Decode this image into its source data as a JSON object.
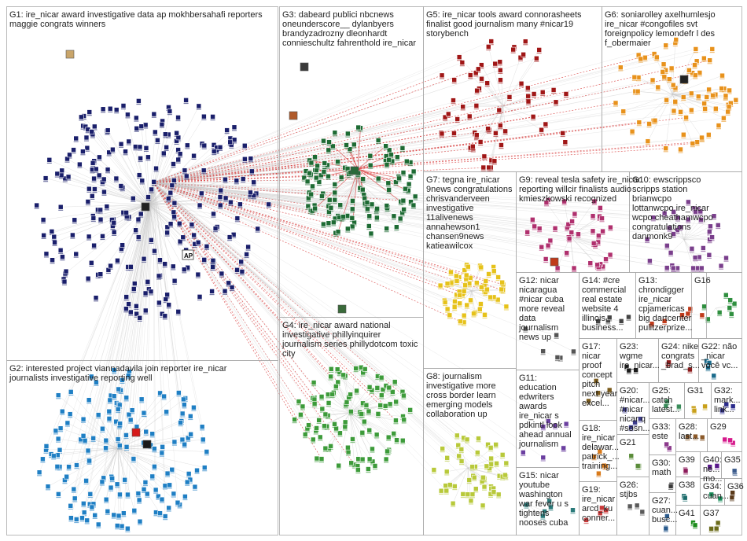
{
  "groups": [
    {
      "id": "G1",
      "lines": [
        "G1: ire_nicar award investigative data ap mokhbersahafi reporters",
        "maggie congrats winners"
      ],
      "color": "#1a1f6b"
    },
    {
      "id": "G2",
      "lines": [
        "G2: interested project viannadavila join reporter ire_nicar",
        "journalists investigative reporting well"
      ],
      "color": "#1f7fc4"
    },
    {
      "id": "G3",
      "lines": [
        "G3: dabeard publici nbcnews",
        "oneunderscore__ dylanbyers",
        "brandyzadrozny dleonhardt",
        "connieschultz fahrenthold ire_nicar"
      ],
      "color": "#1e6b34"
    },
    {
      "id": "G4",
      "lines": [
        "G4: ire_nicar award national",
        "investigative phillyinquirer",
        "journalism series phillydotcom toxic",
        "city"
      ],
      "color": "#3d9b3a"
    },
    {
      "id": "G5",
      "lines": [
        "G5: ire_nicar tools award connorasheets",
        "finalist good journalism many #nicar19",
        "storybench"
      ],
      "color": "#a01616"
    },
    {
      "id": "G6",
      "lines": [
        "G6: soniarolley axelhumlesjo",
        "ire_nicar #congofiles svt",
        "foreignpolicy lemondefr l des",
        "f_obermaier"
      ],
      "color": "#e8921c"
    },
    {
      "id": "G7",
      "lines": [
        "G7: tegna ire_nicar",
        "9news congratulations",
        "chrisvanderveen",
        "investigative",
        "11alivenews",
        "annahewson1",
        "chansen9news",
        "katieawilcox"
      ],
      "color": "#e6c21a"
    },
    {
      "id": "G8",
      "lines": [
        "G8: journalism",
        "investigative more",
        "cross border learn",
        "emerging models",
        "collaboration up"
      ],
      "color": "#b8c93a"
    },
    {
      "id": "G9",
      "lines": [
        "G9: reveal tesla safety ire_nicar",
        "reporting willcir finalists audio",
        "kmieszkowski recognized"
      ],
      "color": "#b0306e"
    },
    {
      "id": "G10",
      "lines": [
        "G10: ewscrippsco",
        "scripps station",
        "brianwcpo",
        "lottanwcpo ire_nicar",
        "wcpo cheathamwcpo",
        "congratulations",
        "danmonk9"
      ],
      "color": "#7a3f8c"
    },
    {
      "id": "G11",
      "lines": [
        "G11:",
        "education",
        "edwriters",
        "awards",
        "ire_nicar s",
        "pdkintl look",
        "ahead annual",
        "journalism"
      ],
      "color": "#6b3fa0"
    },
    {
      "id": "G12",
      "lines": [
        "G12: nicar",
        "nicaragua",
        "#nicar cuba",
        "more reveal",
        "data",
        "journalism",
        "news up"
      ],
      "color": "#555555"
    },
    {
      "id": "G13",
      "lines": [
        "G13:",
        "chrondigger",
        "ire_nicar",
        "cpjamericas",
        "big dartcenter",
        "pulitzerprize..."
      ],
      "color": "#c03a1a"
    },
    {
      "id": "G14",
      "lines": [
        "G14: #cre",
        "commercial",
        "real estate",
        "website 4",
        "illinois",
        "business..."
      ],
      "color": "#444444"
    },
    {
      "id": "G15",
      "lines": [
        "G15: nicar",
        "youtube",
        "washington",
        "war fever u s",
        "tightens",
        "nooses cuba"
      ],
      "color": "#2a7a7a"
    },
    {
      "id": "G16",
      "lines": [
        "G16"
      ],
      "color": "#2f8f3f"
    },
    {
      "id": "G17",
      "lines": [
        "G17:",
        "nicar",
        "proof",
        "concept",
        "pitch",
        "next year",
        "excel..."
      ],
      "color": "#7a5a1a"
    },
    {
      "id": "G18",
      "lines": [
        "G18:",
        "ire_nicar",
        "delawar...",
        "patrick_...",
        "training..."
      ],
      "color": "#d97a1a"
    },
    {
      "id": "G19",
      "lines": [
        "G19:",
        "ire_nicar",
        "arcd_ku",
        "conner..."
      ],
      "color": "#c93a3a"
    },
    {
      "id": "G20",
      "lines": [
        "G20:",
        "#nicar...",
        "#nicar",
        "nicar q",
        "#sosn..."
      ],
      "color": "#3a3a8c"
    },
    {
      "id": "G21",
      "lines": [
        "G21"
      ],
      "color": "#5a8c3a"
    },
    {
      "id": "G22",
      "lines": [
        "G22: não",
        "_nicar",
        "você vc..."
      ],
      "color": "#1a6b8c"
    },
    {
      "id": "G23",
      "lines": [
        "G23:",
        "wgme",
        "ire_nicar..."
      ],
      "color": "#1a1a1a"
    },
    {
      "id": "G24",
      "lines": [
        "G24: nike",
        "congrats",
        "_brad_s..."
      ],
      "color": "#8c1a1a"
    },
    {
      "id": "G25",
      "lines": [
        "G25:",
        "catch",
        "latest..."
      ],
      "color": "#3a8c5a"
    },
    {
      "id": "G26",
      "lines": [
        "G26:",
        "stjbs"
      ],
      "color": "#5a5a5a"
    },
    {
      "id": "G27",
      "lines": [
        "G27:",
        "cuan...",
        "busc..."
      ],
      "color": "#2a5a8c"
    },
    {
      "id": "G28",
      "lines": [
        "G28:",
        "last..."
      ],
      "color": "#8c5a2a"
    },
    {
      "id": "G29",
      "lines": [
        "G29"
      ],
      "color": "#d61a8c"
    },
    {
      "id": "G30",
      "lines": [
        "G30:",
        "math"
      ],
      "color": "#3a3a3a"
    },
    {
      "id": "G31",
      "lines": [
        "G31"
      ],
      "color": "#c9a01a"
    },
    {
      "id": "G32",
      "lines": [
        "G32:",
        "mark...",
        "link..."
      ],
      "color": "#2a2a8c"
    },
    {
      "id": "G33",
      "lines": [
        "G33:",
        "este"
      ],
      "color": "#8c3a8c"
    },
    {
      "id": "G34",
      "lines": [
        "G34:",
        "cuan..."
      ],
      "color": "#1a8c5a"
    },
    {
      "id": "G35",
      "lines": [
        "G35"
      ],
      "color": "#3a5a8c"
    },
    {
      "id": "G36",
      "lines": [
        "G36"
      ],
      "color": "#5a3a1a"
    },
    {
      "id": "G37",
      "lines": [
        "G37"
      ],
      "color": "#6b6b1a"
    },
    {
      "id": "G38",
      "lines": [
        "G38"
      ],
      "color": "#1a6b6b"
    },
    {
      "id": "G39",
      "lines": [
        "G39"
      ],
      "color": "#8c1a5a"
    },
    {
      "id": "G40",
      "lines": [
        "G40:",
        "ne...",
        "mo..."
      ],
      "color": "#5a1a8c"
    },
    {
      "id": "G41",
      "lines": [
        "G41"
      ],
      "color": "#1a8c1a"
    }
  ],
  "colors": {
    "box_border": "#aaaaaa",
    "edge": "#c8c8c8",
    "edge_hot": "#d83a3a",
    "label_text": "#222222",
    "background": "#ffffff"
  },
  "visible_node_labels": [
    "AP"
  ]
}
